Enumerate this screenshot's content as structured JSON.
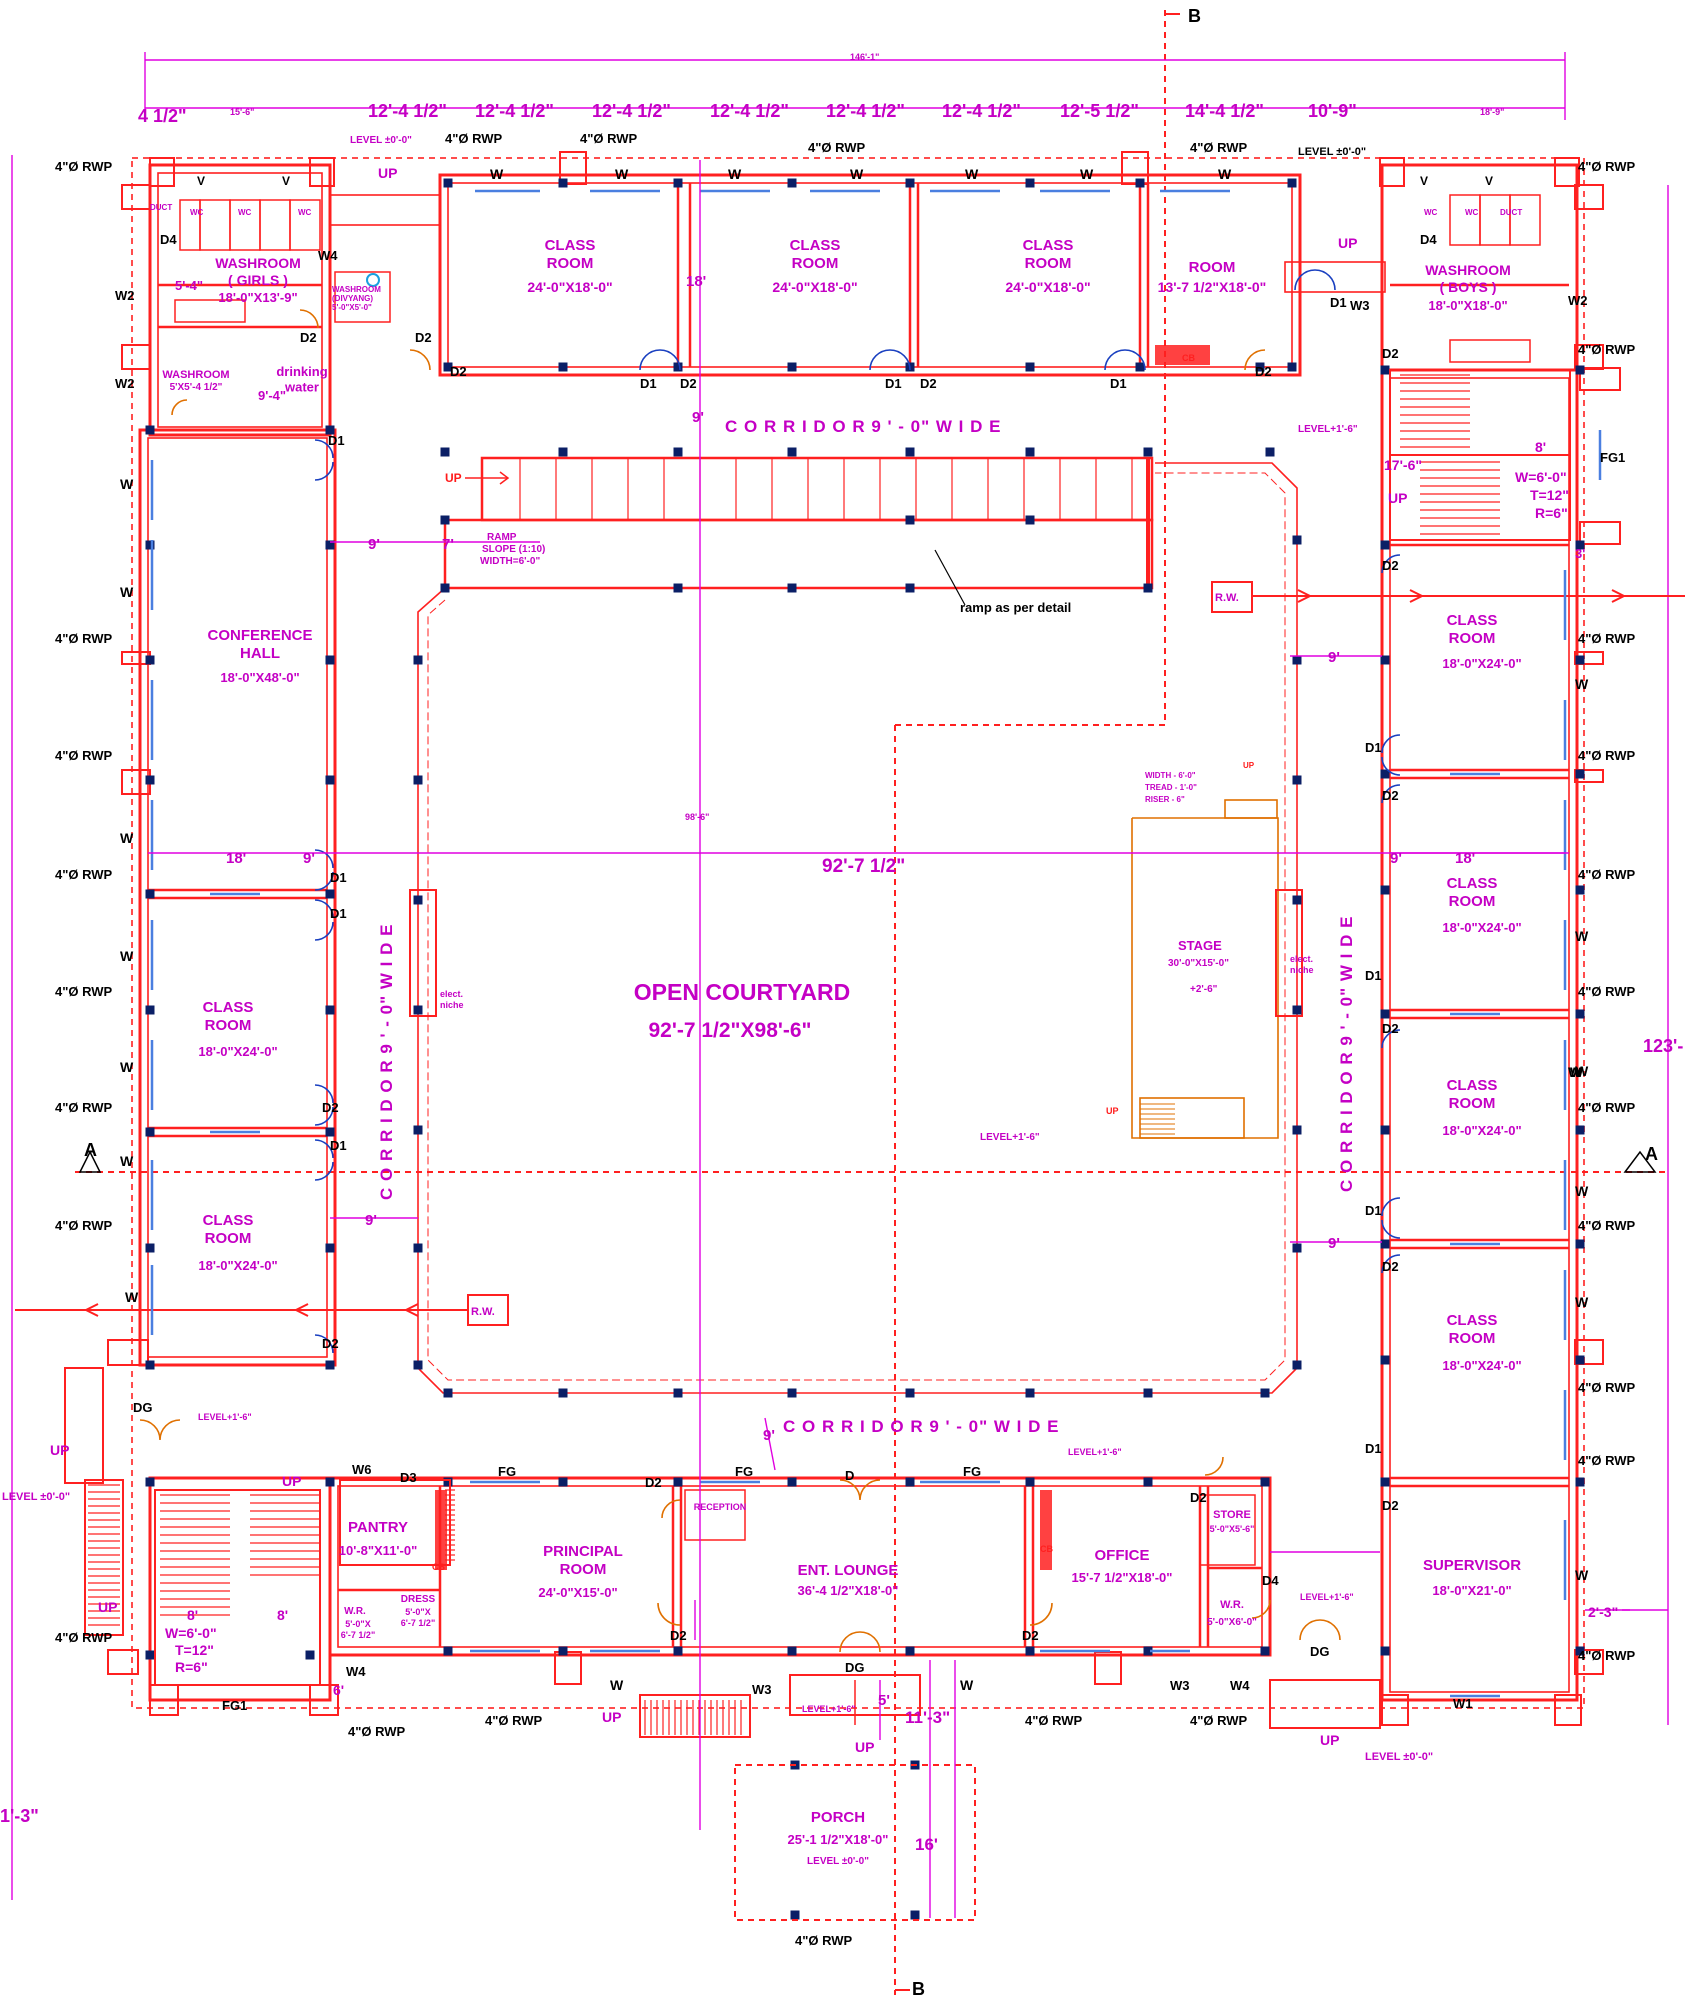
{
  "section_marks": {
    "a": "A",
    "b": "B"
  },
  "rooms": {
    "class_room_top_1": {
      "name": "CLASS\nROOM",
      "size": "24'-0\"X18'-0\""
    },
    "class_room_top_2": {
      "name": "CLASS\nROOM",
      "size": "24'-0\"X18'-0\""
    },
    "class_room_top_3": {
      "name": "CLASS\nROOM",
      "size": "24'-0\"X18'-0\""
    },
    "room_top": {
      "name": "ROOM",
      "size": "13'-7 1/2\"X18'-0\""
    },
    "washroom_girls": {
      "name": "WASHROOM",
      "sub": "( GIRLS )",
      "size": "18'-0\"X13'-9\""
    },
    "washroom_boys": {
      "name": "WASHROOM",
      "sub": "( BOYS )",
      "size": "18'-0\"X18'-0\""
    },
    "washroom_small": {
      "name": "WASHROOM",
      "size": "5'X5'-4 1/2\""
    },
    "drinking_water": {
      "name": "drinking\nwater"
    },
    "conference_hall": {
      "name": "CONFERENCE\nHALL",
      "size": "18'-0\"X48'-0\""
    },
    "class_left_1": {
      "name": "CLASS\nROOM",
      "size": "18'-0\"X24'-0\""
    },
    "class_left_2": {
      "name": "CLASS\nROOM",
      "size": "18'-0\"X24'-0\""
    },
    "class_right_1": {
      "name": "CLASS\nROOM",
      "size": "18'-0\"X24'-0\""
    },
    "class_right_2": {
      "name": "CLASS\nROOM",
      "size": "18'-0\"X24'-0\""
    },
    "class_right_3": {
      "name": "CLASS\nROOM",
      "size": "18'-0\"X24'-0\""
    },
    "class_right_4": {
      "name": "CLASS\nROOM",
      "size": "18'-0\"X24'-0\""
    },
    "courtyard": {
      "name": "OPEN  COURTYARD",
      "size": "92'-7 1/2\"X98'-6\""
    },
    "stage": {
      "name": "STAGE",
      "size": "30'-0\"X15'-0\"",
      "level": "+2'-6\""
    },
    "pantry": {
      "name": "PANTRY",
      "size": "10'-8\"X11'-0\""
    },
    "principal": {
      "name": "PRINCIPAL\nROOM",
      "size": "24'-0\"X15'-0\""
    },
    "lounge": {
      "name": "ENT. LOUNGE",
      "size": "36'-4 1/2\"X18'-0\""
    },
    "office": {
      "name": "OFFICE",
      "size": "15'-7 1/2\"X18'-0\""
    },
    "store": {
      "name": "STORE",
      "size": "5'-0\"X5'-6\""
    },
    "wr_right": {
      "name": "W.R.",
      "size": "5'-0\"X6'-0\""
    },
    "supervisor": {
      "name": "SUPERVISOR",
      "size": "18'-0\"X21'-0\""
    },
    "porch": {
      "name": "PORCH",
      "size": "25'-1 1/2\"X18'-0\"",
      "level": "LEVEL ±0'-0\""
    },
    "reception": {
      "name": "RECEPTION"
    },
    "wr_left": {
      "name": "W.R.",
      "size": "5'-0\"X\n6'-7 1/2\""
    },
    "dress": {
      "name": "DRESS",
      "size": "5'-0\"X\n6'-7 1/2\""
    }
  },
  "corridors": {
    "top": "C O R R I D O R    9 ' - 0\" W I D E",
    "bottom": "C O R R I D O R    9 ' - 0\" W I D E",
    "left": "C O R R I D O R    9 ' - 0\" W I D E",
    "right": "C O R R I D O R    9 ' - 0\" W I D E"
  },
  "stairs_left": {
    "w": "W=6'-0\"",
    "t": "T=12\"",
    "r": "R=6\""
  },
  "stairs_right": {
    "w": "W=6'-0\"",
    "t": "T=12\"",
    "r": "R=6\""
  },
  "ramp": {
    "label": "RAMP",
    "slope": "SLOPE (1:10)",
    "width": "WIDTH=6'-0\"",
    "note": "ramp as per detail"
  },
  "stage_steps": {
    "width": "WIDTH - 6'-0\"",
    "tread": "TREAD - 1'-0\"",
    "riser": "RISER -   6\""
  },
  "levels": {
    "l0_top_left": "LEVEL ±0'-0\"",
    "l0_top_right": "LEVEL ±0'-0\"",
    "l0_left": "LEVEL ±0'-0\"",
    "l0_bottom_right": "LEVEL ±0'-0\"",
    "l1_right": "LEVEL+1'-6\"",
    "l1_court": "LEVEL+1'-6\"",
    "l1_left": "LEVEL+1'-6\"",
    "l1_corr": "LEVEL+1'-6\"",
    "l1_super": "LEVEL+1'-6\"",
    "l1_porch": "LEVEL+1'-6\""
  },
  "top_dims": {
    "overall": "146'-1\"",
    "seg": [
      "4 1/2\"",
      "15'-6\"",
      "12'-4 1/2\"",
      "12'-4 1/2\"",
      "12'-4 1/2\"",
      "12'-4 1/2\"",
      "12'-4 1/2\"",
      "12'-4 1/2\"",
      "12'-5 1/2\"",
      "14'-4 1/2\"",
      "10'-9\"",
      "18'-9\""
    ]
  },
  "dims": {
    "d123": "123'-",
    "dleft": "1'-3\"",
    "d92": "92'-7 1/2\"",
    "d18a": "18'",
    "d18b": "18'",
    "d9": "9'",
    "d7": "7'",
    "d985": "98'-6\"",
    "d2_3": "2'-3\"",
    "d11_3": "11'-3\"",
    "d16": "16'",
    "d5": "5'",
    "d8a": "8'",
    "d8b": "8'",
    "d8c": "8'",
    "d17_6": "17'-6\"",
    "d6": "6'",
    "d9_4": "9'-4\"",
    "d5_4": "5'-4\"",
    "d3": "3'"
  },
  "tags": {
    "rwp": "4\"Ø RWP",
    "rw": "R.W.",
    "up": "UP",
    "W": "W",
    "W1": "W1",
    "W2": "W2",
    "W3": "W3",
    "W4": "W4",
    "W6": "W6",
    "D": "D",
    "D1": "D1",
    "D2": "D2",
    "D3": "D3",
    "D4": "D4",
    "DG": "DG",
    "FG": "FG",
    "FG1": "FG1",
    "V": "V",
    "WC": "WC",
    "DUCT": "DUCT",
    "elect": "elect.\nniche",
    "CB": "CB",
    "divyang": "WASHROOM\n(DIVYANG)\n5'-0\"X5'-0\""
  }
}
